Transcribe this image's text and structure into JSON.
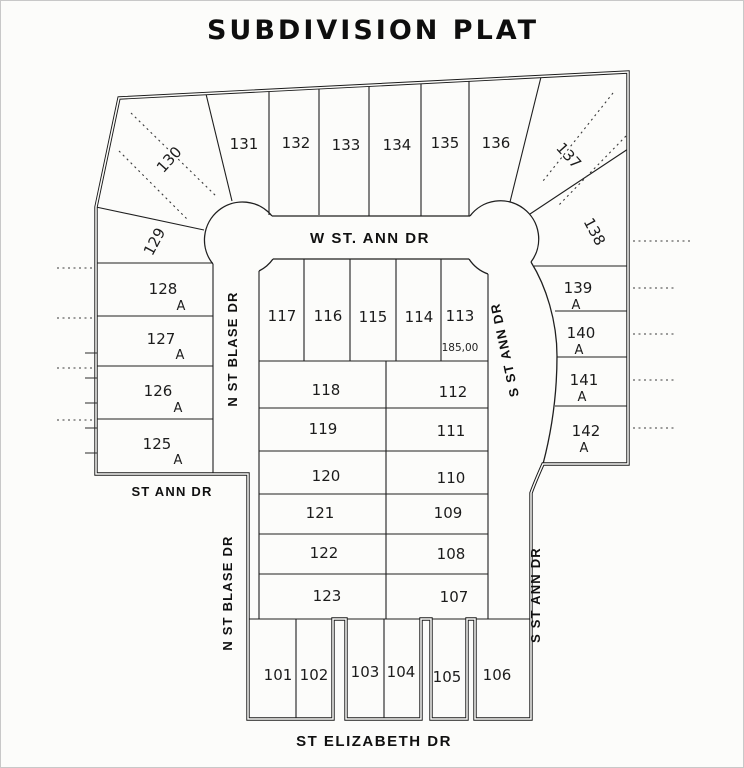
{
  "title": "SUBDIVISION PLAT",
  "streets": {
    "w_st_ann": "W ST. ANN DR",
    "st_ann": "ST ANN DR",
    "n_st_blase_upper": "N ST BLASE DR",
    "n_st_blase_lower": "N ST BLASE DR",
    "s_st_ann_upper": "S ST ANN DR",
    "s_st_ann_lower": "S ST ANN DR",
    "st_elizabeth": "ST ELIZABETH DR"
  },
  "lots": {
    "top": [
      "130",
      "131",
      "132",
      "133",
      "134",
      "135",
      "136",
      "137"
    ],
    "left": [
      {
        "num": "129",
        "suffix": ""
      },
      {
        "num": "128",
        "suffix": "A"
      },
      {
        "num": "127",
        "suffix": "A"
      },
      {
        "num": "126",
        "suffix": "A"
      },
      {
        "num": "125",
        "suffix": "A"
      }
    ],
    "right": [
      {
        "num": "138",
        "suffix": ""
      },
      {
        "num": "139",
        "suffix": "A"
      },
      {
        "num": "140",
        "suffix": "A"
      },
      {
        "num": "141",
        "suffix": "A"
      },
      {
        "num": "142",
        "suffix": "A"
      }
    ],
    "center_top": [
      "117",
      "116",
      "115",
      "114",
      "113"
    ],
    "center_left": [
      "118",
      "119",
      "120",
      "121",
      "122",
      "123"
    ],
    "center_right": [
      "112",
      "111",
      "110",
      "109",
      "108",
      "107"
    ],
    "bottom": [
      "101",
      "102",
      "103",
      "104",
      "105",
      "106"
    ]
  },
  "annotations": {
    "dim_113": "185,00"
  },
  "colors": {
    "ink": "#1c1c1c",
    "paper": "#fcfcfa"
  }
}
